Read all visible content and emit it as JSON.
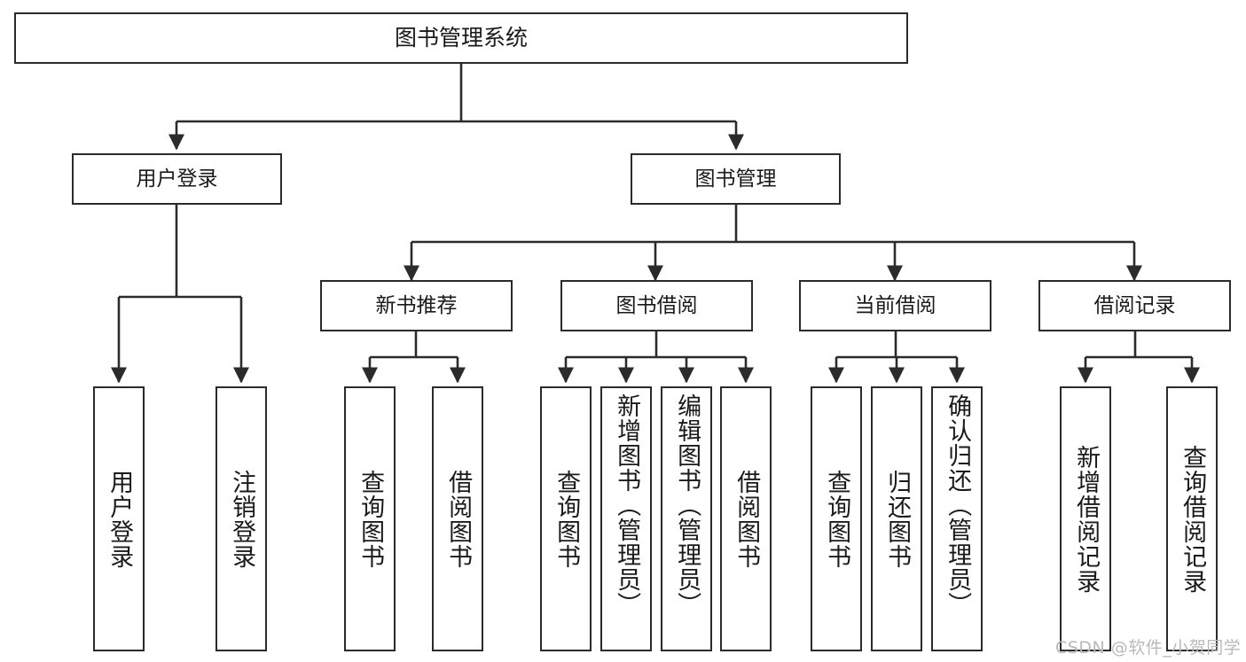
{
  "diagram": {
    "type": "tree",
    "title": "图书管理系统",
    "orientation": "top-down",
    "colors": {
      "stroke": "#2b2b2b",
      "fill": "#ffffff",
      "text": "#1a1a1a",
      "watermark": "#b9b9b9"
    }
  },
  "root": {
    "label": "图书管理系统"
  },
  "level1": [
    {
      "label": "用户登录"
    },
    {
      "label": "图书管理"
    }
  ],
  "level2": [
    {
      "label": "新书推荐"
    },
    {
      "label": "图书借阅"
    },
    {
      "label": "当前借阅"
    },
    {
      "label": "借阅记录"
    }
  ],
  "leaves": {
    "user_login": [
      {
        "label": "用户登录"
      },
      {
        "label": "注销登录"
      }
    ],
    "new_book_recommend": [
      {
        "label": "查询图书"
      },
      {
        "label": "借阅图书"
      }
    ],
    "book_borrow": [
      {
        "label": "查询图书"
      },
      {
        "label": "新增图书（管理员）"
      },
      {
        "label": "编辑图书（管理员）"
      },
      {
        "label": "借阅图书"
      }
    ],
    "current_borrow": [
      {
        "label": "查询图书"
      },
      {
        "label": "归还图书"
      },
      {
        "label": "确认归还（管理员）"
      }
    ],
    "borrow_record": [
      {
        "label": "新增借阅记录"
      },
      {
        "label": "查询借阅记录"
      }
    ]
  },
  "watermark": {
    "text": "CSDN @软件_小贺同学"
  }
}
